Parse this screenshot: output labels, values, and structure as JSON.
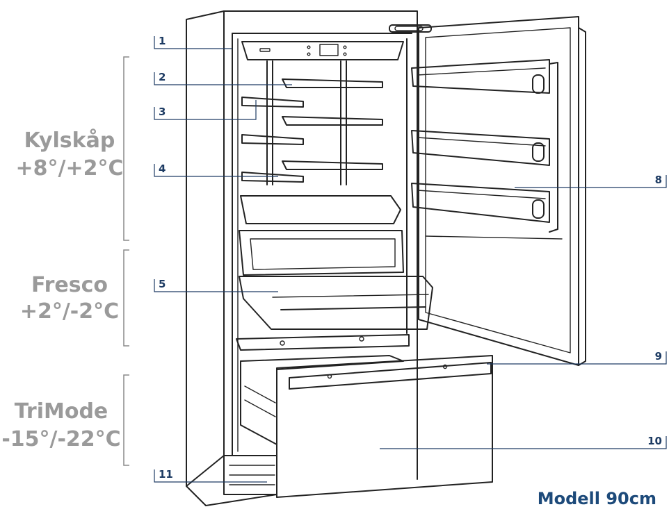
{
  "zones": [
    {
      "id": "kylskap",
      "line1": "Kylskåp",
      "line2": "+8°/+2°C"
    },
    {
      "id": "fresco",
      "line1": "Fresco",
      "line2": "+2°/-2°C"
    },
    {
      "id": "trimode",
      "line1": "TriMode",
      "line2": "-15°/-22°C"
    }
  ],
  "callouts": [
    "1",
    "2",
    "3",
    "4",
    "5",
    "8",
    "9",
    "10",
    "11"
  ],
  "model_label": "Modell 90cm",
  "colors": {
    "zone_text": "#9a9a9a",
    "callout_text": "#1d3b63",
    "model_text": "#1d4a7a",
    "line": "#222222"
  }
}
